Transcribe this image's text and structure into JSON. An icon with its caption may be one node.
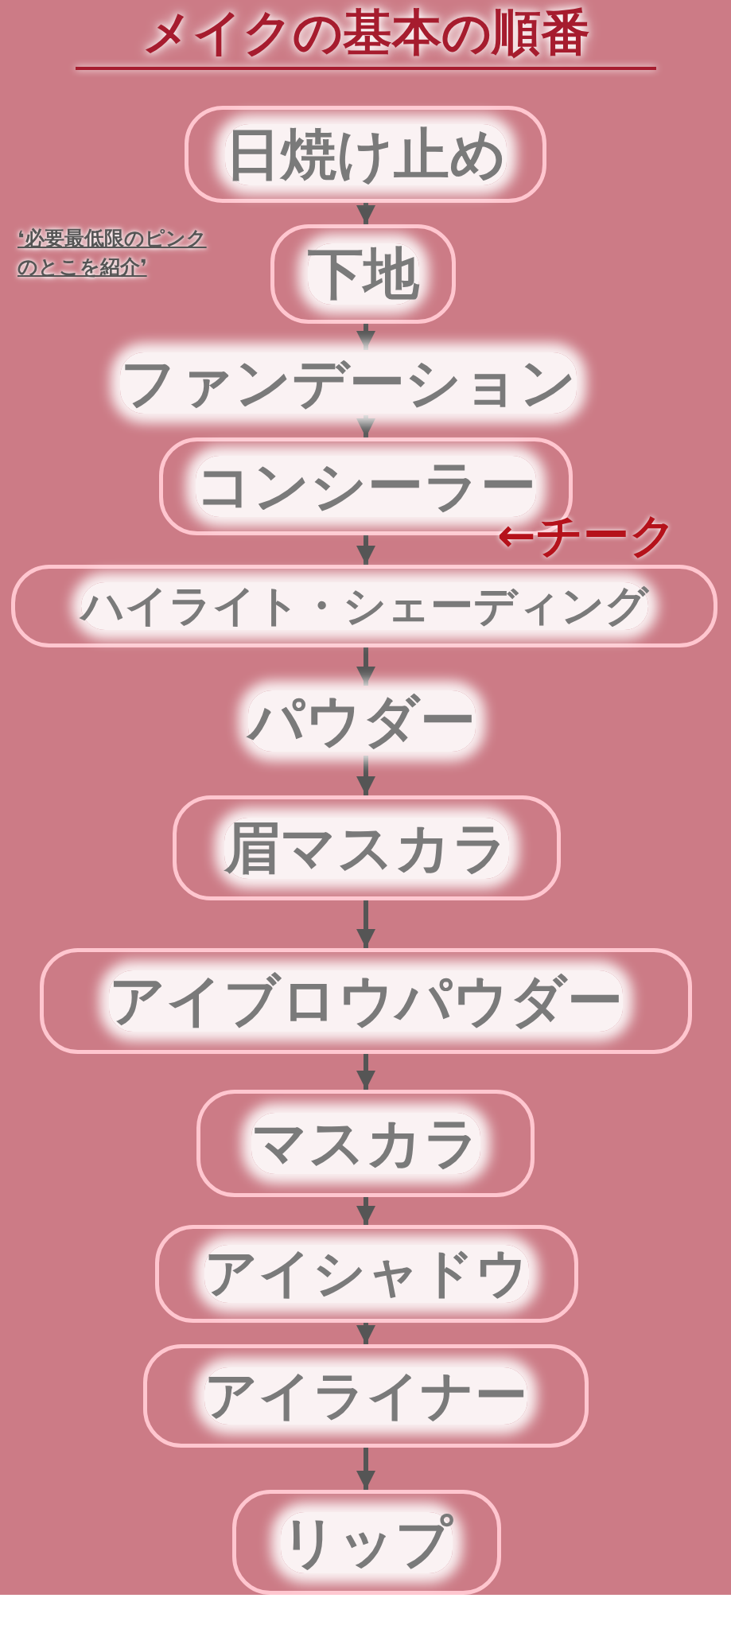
{
  "diagram": {
    "title": "メイクの基本の順番",
    "nodes": [
      {
        "text": [
          "日焼け止め"
        ]
      },
      {
        "text": [
          "下地"
        ]
      },
      {
        "text": [
          "ファンデーション"
        ]
      },
      {
        "text": [
          "コンシーラー"
        ]
      },
      {
        "text": [
          "ハイライト・シェーディング"
        ]
      },
      {
        "text": [
          "パウダー"
        ]
      },
      {
        "text": [
          "眉マスカラ"
        ]
      },
      {
        "text": [
          "アイブロウパウダー"
        ]
      },
      {
        "text": [
          "マスカラ"
        ]
      },
      {
        "text": [
          "アイシャドウ"
        ]
      },
      {
        "text": [
          "アイライナー"
        ]
      },
      {
        "text": [
          "リップ"
        ]
      }
    ],
    "edges": [
      {
        "from": 0,
        "to": 1,
        "arrow": "to"
      },
      {
        "from": 1,
        "to": 2,
        "arrow": "to"
      },
      {
        "from": 2,
        "to": 3,
        "arrow": "to"
      },
      {
        "from": 3,
        "to": 4,
        "arrow": "to"
      },
      {
        "from": 4,
        "to": 5,
        "arrow": "to"
      },
      {
        "from": 5,
        "to": 6,
        "arrow": "to"
      },
      {
        "from": 6,
        "to": 7,
        "arrow": "to"
      },
      {
        "from": 7,
        "to": 8,
        "arrow": "to"
      },
      {
        "from": 8,
        "to": 9,
        "arrow": "to"
      },
      {
        "from": 9,
        "to": 10,
        "arrow": "to"
      },
      {
        "from": 10,
        "to": 11,
        "arrow": "to"
      }
    ],
    "labels": [
      "❛必要最低限のピンクのとこを紹介❜",
      "←チーク"
    ]
  }
}
